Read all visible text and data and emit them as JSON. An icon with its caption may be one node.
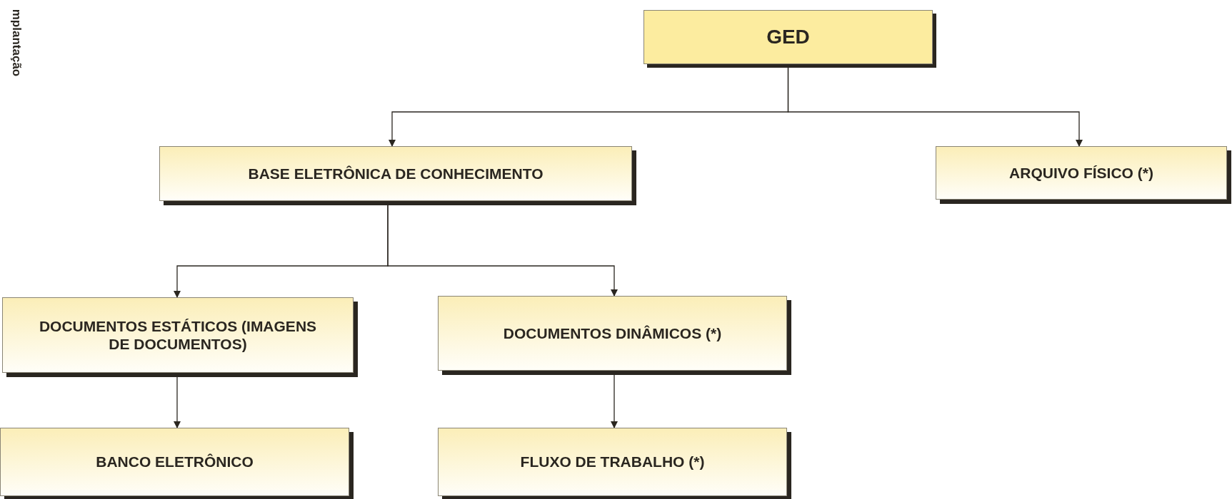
{
  "diagram": {
    "nodes": [
      {
        "text": [
          "GED"
        ]
      },
      {
        "text": [
          "BASE ELETRÔNICA DE CONHECIMENTO"
        ]
      },
      {
        "text": [
          "ARQUIVO FÍSICO (*)"
        ]
      },
      {
        "text": [
          "DOCUMENTOS ESTÁTICOS (IMAGENS DE DOCUMENTOS)"
        ]
      },
      {
        "text": [
          "DOCUMENTOS DINÂMICOS (*)"
        ]
      },
      {
        "text": [
          "BANCO ELETRÔNICO"
        ]
      },
      {
        "text": [
          "FLUXO DE TRABALHO (*)"
        ]
      }
    ],
    "edges": [
      {
        "from": 0,
        "to": 1,
        "arrow": "to"
      },
      {
        "from": 0,
        "to": 2,
        "arrow": "to"
      },
      {
        "from": 1,
        "to": 3,
        "arrow": "to"
      },
      {
        "from": 1,
        "to": 4,
        "arrow": "to"
      },
      {
        "from": 3,
        "to": 5,
        "arrow": "to"
      },
      {
        "from": 4,
        "to": 6,
        "arrow": "to"
      }
    ],
    "labels": [
      "mplantação"
    ]
  }
}
